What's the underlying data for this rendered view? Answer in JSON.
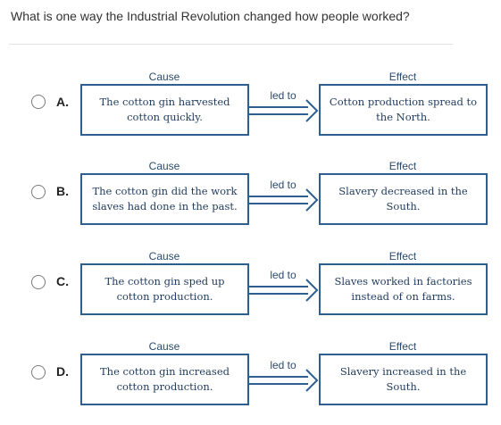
{
  "question": "What is one way the Industrial Revolution changed how people worked?",
  "cause_header": "Cause",
  "effect_header": "Effect",
  "connector": "led to",
  "options": [
    {
      "letter": "A.",
      "cause": "The cotton gin harvested cotton quickly.",
      "effect": "Cotton production spread to the North."
    },
    {
      "letter": "B.",
      "cause": "The cotton gin did the work slaves had done in the past.",
      "effect": "Slavery decreased in the South."
    },
    {
      "letter": "C.",
      "cause": "The cotton gin sped up cotton production.",
      "effect": "Slaves worked in factories instead of on farms."
    },
    {
      "letter": "D.",
      "cause": "The cotton gin increased cotton production.",
      "effect": "Slavery increased in the South."
    }
  ],
  "colors": {
    "box_border": "#2e5f8f",
    "text_blue": "#1e3a5c",
    "radio_border": "#7a7a7a"
  },
  "icons": {
    "radio": "radio-button-icon",
    "arrow": "double-arrow-icon"
  }
}
